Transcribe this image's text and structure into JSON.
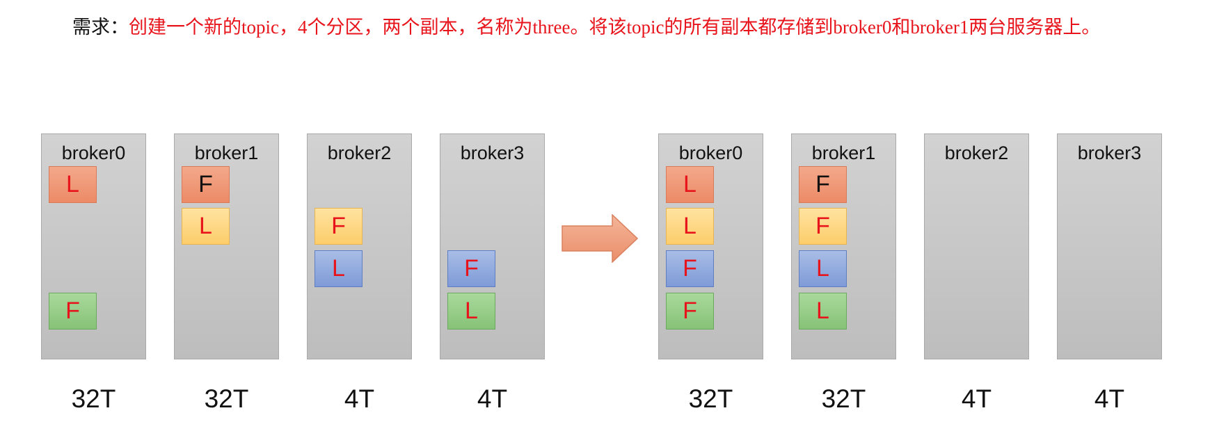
{
  "requirement": {
    "label": "需求：",
    "text": "创建一个新的topic，4个分区，两个副本，名称为three。将该topic的所有副本都存储到broker0和broker1两台服务器上。"
  },
  "colors": {
    "text_red": "#e8141c",
    "text_black": "#111111",
    "partition_0": "#ee9471",
    "partition_1": "#fdd57e",
    "partition_2": "#8ea8dc",
    "partition_3": "#93c985",
    "broker_fill": "#c8c8c8",
    "arrow_fill": "#ee9a78"
  },
  "before": {
    "brokers": [
      {
        "name": "broker0",
        "capacity": "32T",
        "replicas": [
          {
            "role": "L",
            "partition": 0,
            "slot": 0,
            "color": "red"
          },
          {
            "role": "F",
            "partition": 3,
            "slot": 3,
            "color": "red"
          }
        ]
      },
      {
        "name": "broker1",
        "capacity": "32T",
        "replicas": [
          {
            "role": "F",
            "partition": 0,
            "slot": 0,
            "color": "black"
          },
          {
            "role": "L",
            "partition": 1,
            "slot": 1,
            "color": "red"
          }
        ]
      },
      {
        "name": "broker2",
        "capacity": "4T",
        "replicas": [
          {
            "role": "F",
            "partition": 1,
            "slot": 1,
            "color": "red"
          },
          {
            "role": "L",
            "partition": 2,
            "slot": 2,
            "color": "red"
          }
        ]
      },
      {
        "name": "broker3",
        "capacity": "4T",
        "replicas": [
          {
            "role": "F",
            "partition": 2,
            "slot": 2,
            "color": "red"
          },
          {
            "role": "L",
            "partition": 3,
            "slot": 3,
            "color": "red"
          }
        ]
      }
    ]
  },
  "arrow_icon": "right-arrow-icon",
  "after": {
    "brokers": [
      {
        "name": "broker0",
        "capacity": "32T",
        "replicas": [
          {
            "role": "L",
            "partition": 0,
            "slot": 0,
            "color": "red"
          },
          {
            "role": "L",
            "partition": 1,
            "slot": 1,
            "color": "red"
          },
          {
            "role": "F",
            "partition": 2,
            "slot": 2,
            "color": "red"
          },
          {
            "role": "F",
            "partition": 3,
            "slot": 3,
            "color": "red"
          }
        ]
      },
      {
        "name": "broker1",
        "capacity": "32T",
        "replicas": [
          {
            "role": "F",
            "partition": 0,
            "slot": 0,
            "color": "black"
          },
          {
            "role": "F",
            "partition": 1,
            "slot": 1,
            "color": "red"
          },
          {
            "role": "L",
            "partition": 2,
            "slot": 2,
            "color": "red"
          },
          {
            "role": "L",
            "partition": 3,
            "slot": 3,
            "color": "red"
          }
        ]
      },
      {
        "name": "broker2",
        "capacity": "4T",
        "replicas": []
      },
      {
        "name": "broker3",
        "capacity": "4T",
        "replicas": []
      }
    ]
  }
}
